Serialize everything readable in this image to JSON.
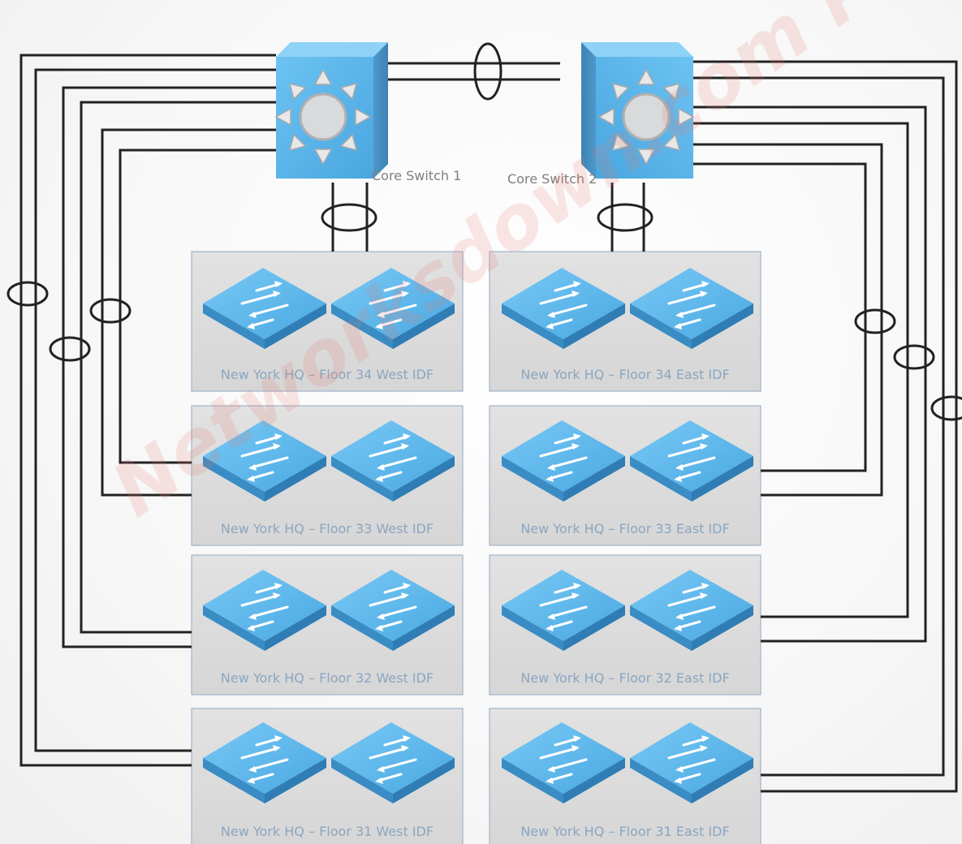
{
  "core_switches": [
    {
      "label": "Core Switch 1"
    },
    {
      "label": "Core Switch 2"
    }
  ],
  "idfs": [
    {
      "label": "New York HQ – Floor 34 West IDF"
    },
    {
      "label": "New York HQ – Floor 34 East IDF"
    },
    {
      "label": "New York HQ – Floor 33 West IDF"
    },
    {
      "label": "New York HQ – Floor 33 East IDF"
    },
    {
      "label": "New York HQ – Floor 32 West IDF"
    },
    {
      "label": "New York HQ – Floor 32 East IDF"
    },
    {
      "label": "New York HQ – Floor 31 West IDF"
    },
    {
      "label": "New York HQ – Floor 31 East IDF"
    }
  ],
  "watermark": "Networksdown.com Practice Lab",
  "colors": {
    "switch_blue": "#5ab4ec",
    "box_fill": "#dcdcdc",
    "link": "#222222",
    "label": "#8aa6c1"
  }
}
